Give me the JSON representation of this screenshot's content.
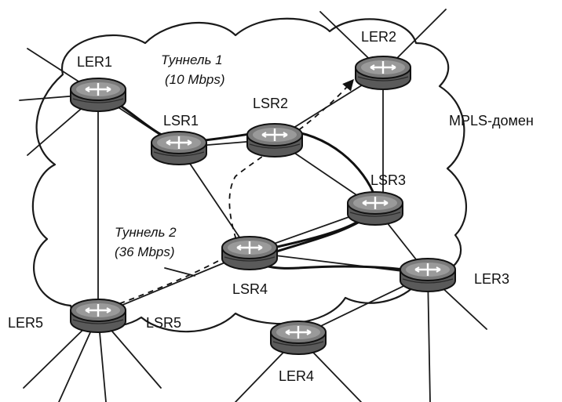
{
  "domain_label": "MPLS-домен",
  "routers": [
    {
      "id": "LER1",
      "label": "LER1"
    },
    {
      "id": "LER2",
      "label": "LER2"
    },
    {
      "id": "LER3",
      "label": "LER3"
    },
    {
      "id": "LER4",
      "label": "LER4"
    },
    {
      "id": "LER5",
      "label": "LER5"
    },
    {
      "id": "LSR1",
      "label": "LSR1"
    },
    {
      "id": "LSR2",
      "label": "LSR2"
    },
    {
      "id": "LSR3",
      "label": "LSR3"
    },
    {
      "id": "LSR4",
      "label": "LSR4"
    },
    {
      "id": "LSR5",
      "label": "LSR5"
    }
  ],
  "tunnels": [
    {
      "id": "tunnel1",
      "name": "Туннель 1",
      "bandwidth": "(10 Mbps)",
      "path": [
        "LER1",
        "LSR1",
        "LSR2",
        "LSR3",
        "LSR4",
        "LER3"
      ],
      "style": "solid"
    },
    {
      "id": "tunnel2",
      "name": "Туннель 2",
      "bandwidth": "(36 Mbps)",
      "path": [
        "LER5",
        "LSR4",
        "LSR2",
        "LER2"
      ],
      "style": "dashed"
    }
  ],
  "links": [
    [
      "LER1",
      "LSR1"
    ],
    [
      "LSR1",
      "LSR2"
    ],
    [
      "LSR2",
      "LER2"
    ],
    [
      "LSR2",
      "LSR3"
    ],
    [
      "LER2",
      "LSR3"
    ],
    [
      "LSR1",
      "LSR4"
    ],
    [
      "LSR4",
      "LSR3"
    ],
    [
      "LSR4",
      "LER3"
    ],
    [
      "LSR3",
      "LER3"
    ],
    [
      "LER1",
      "LER5"
    ],
    [
      "LER5",
      "LSR4"
    ],
    [
      "LER4",
      "LER3"
    ]
  ]
}
